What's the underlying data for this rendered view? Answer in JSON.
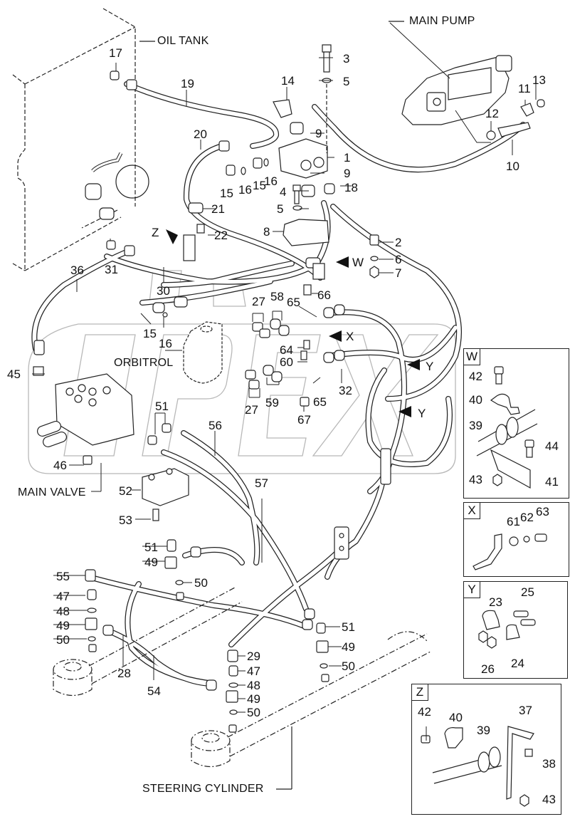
{
  "diagram": {
    "type": "exploded-parts-diagram",
    "subject": "Hydraulic steering system",
    "watermark": "OPEX",
    "component_labels": {
      "oil_tank": "OIL TANK",
      "main_pump": "MAIN PUMP",
      "orbitrol": "ORBITROL",
      "main_valve": "MAIN VALVE",
      "steering_cylinder": "STEERING CYLINDER"
    },
    "view_arrows": {
      "z": "Z",
      "w": "W",
      "x": "X",
      "y1": "Y",
      "y2": "Y"
    },
    "callouts": {
      "c1": "1",
      "c2": "2",
      "c3": "3",
      "c4": "4",
      "c5a": "5",
      "c5b": "5",
      "c6": "6",
      "c7": "7",
      "c8": "8",
      "c9a": "9",
      "c9b": "9",
      "c10": "10",
      "c11": "11",
      "c12": "12",
      "c13": "13",
      "c14": "14",
      "c15a": "15",
      "c15b": "15",
      "c15c": "15",
      "c16a": "16",
      "c16b": "16",
      "c16c": "16",
      "c17": "17",
      "c18": "18",
      "c19": "19",
      "c20": "20",
      "c21": "21",
      "c22": "22",
      "c27a": "27",
      "c27b": "27",
      "c28": "28",
      "c29": "29",
      "c30": "30",
      "c31": "31",
      "c32": "32",
      "c36": "36",
      "c45": "45",
      "c46": "46",
      "c47a": "47",
      "c47b": "47",
      "c48a": "48",
      "c48b": "48",
      "c49a": "49",
      "c49b": "49",
      "c49c": "49",
      "c49d": "49",
      "c50a": "50",
      "c50b": "50",
      "c50c": "50",
      "c50d": "50",
      "c51a": "51",
      "c51b": "51",
      "c51c": "51",
      "c52": "52",
      "c53": "53",
      "c54": "54",
      "c55": "55",
      "c56": "56",
      "c57": "57",
      "c58": "58",
      "c59": "59",
      "c60": "60",
      "c64": "64",
      "c65a": "65",
      "c65b": "65",
      "c66": "66",
      "c67": "67"
    },
    "insets": [
      {
        "tag": "W",
        "parts": [
          "42",
          "40",
          "39",
          "44",
          "43",
          "41"
        ]
      },
      {
        "tag": "X",
        "parts": [
          "61",
          "62",
          "63"
        ]
      },
      {
        "tag": "Y",
        "parts": [
          "25",
          "23",
          "26",
          "24"
        ]
      },
      {
        "tag": "Z",
        "parts": [
          "42",
          "40",
          "39",
          "37",
          "38",
          "43"
        ]
      }
    ]
  }
}
